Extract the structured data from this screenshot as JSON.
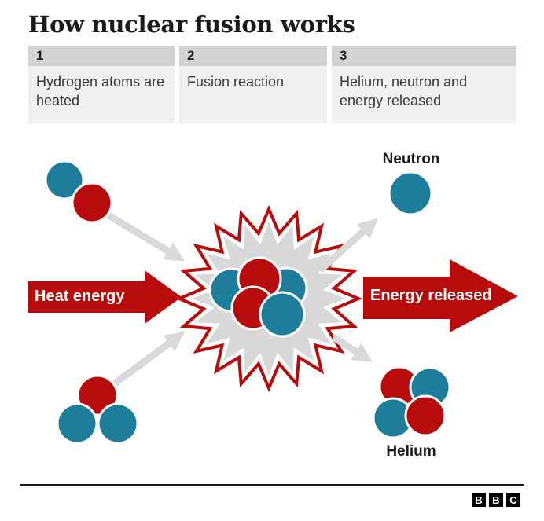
{
  "title": "How nuclear fusion works",
  "steps": [
    {
      "number": "1",
      "text": "Hydrogen atoms are heated"
    },
    {
      "number": "2",
      "text": "Fusion reaction"
    },
    {
      "number": "3",
      "text": "Helium, neutron and energy released"
    }
  ],
  "labels": {
    "heat": "Heat energy",
    "energy": "Energy released",
    "neutron": "Neutron",
    "helium": "Helium"
  },
  "logo": {
    "letters": [
      "B",
      "B",
      "C"
    ]
  },
  "colors": {
    "red": "#b80c0c",
    "blue": "#1e7d9b",
    "arrow_gray": "#d9d9d9",
    "burst_gray": "#d8d8d8",
    "step_header_bg": "#d2d2d2",
    "step_body_bg": "#f1f0ee",
    "ink": "#1a1a1a",
    "text": "#3a3a3a"
  }
}
